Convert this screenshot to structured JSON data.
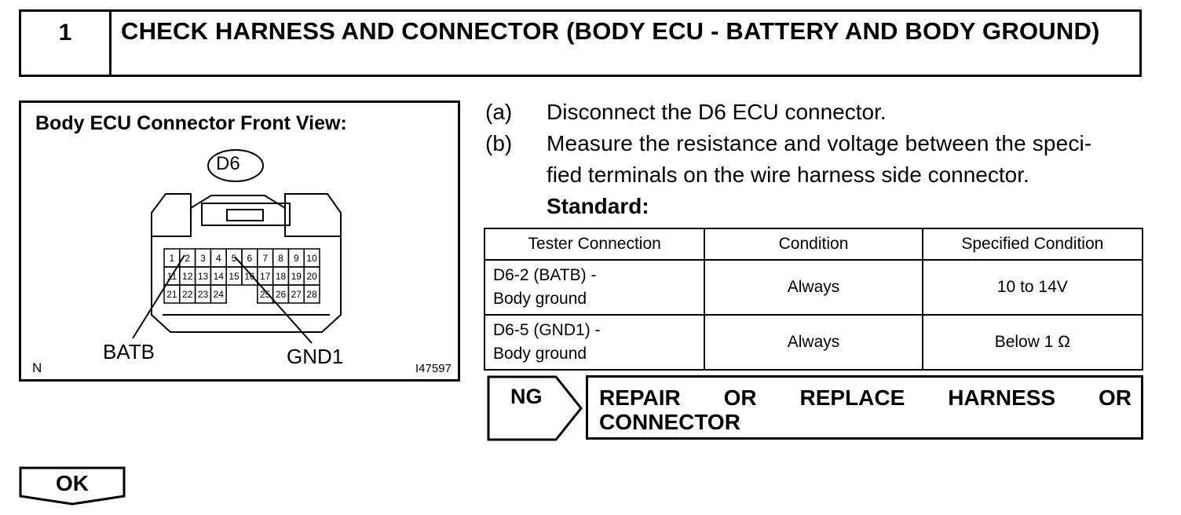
{
  "step": {
    "number": "1",
    "title": "CHECK HARNESS AND CONNECTOR (BODY ECU - BATTERY AND BODY GROUND)"
  },
  "diagram": {
    "title": "Body ECU Connector Front View:",
    "connector_id": "D6",
    "terminals_row1": [
      "1",
      "2",
      "3",
      "4",
      "5",
      "6",
      "7",
      "8",
      "9",
      "10"
    ],
    "terminals_row2": [
      "11",
      "12",
      "13",
      "14",
      "15",
      "16",
      "17",
      "18",
      "19",
      "20"
    ],
    "terminals_row3_left": [
      "21",
      "22",
      "23",
      "24"
    ],
    "terminals_row3_right": [
      "25",
      "26",
      "27",
      "28"
    ],
    "label_batb": "BATB",
    "label_gnd1": "GND1",
    "corner_n": "N",
    "figure_id": "I47597"
  },
  "instructions": [
    {
      "marker": "(a)",
      "lines": [
        "Disconnect the D6 ECU connector."
      ]
    },
    {
      "marker": "(b)",
      "lines": [
        "Measure the resistance and voltage between the speci-",
        "fied terminals on the wire harness side connector."
      ]
    }
  ],
  "standard_label": "Standard:",
  "table": {
    "headers": [
      "Tester Connection",
      "Condition",
      "Specified Condition"
    ],
    "rows": [
      {
        "connection_l1": "D6-2 (BATB) -",
        "connection_l2": "Body ground",
        "condition": "Always",
        "specified": "10 to 14V"
      },
      {
        "connection_l1": "D6-5 (GND1) -",
        "connection_l2": "Body ground",
        "condition": "Always",
        "specified": "Below 1 Ω"
      }
    ]
  },
  "ng": {
    "label": "NG",
    "action_words": [
      "REPAIR",
      "OR",
      "REPLACE",
      "HARNESS",
      "OR"
    ],
    "action_line2": "CONNECTOR"
  },
  "ok": {
    "label": "OK"
  }
}
